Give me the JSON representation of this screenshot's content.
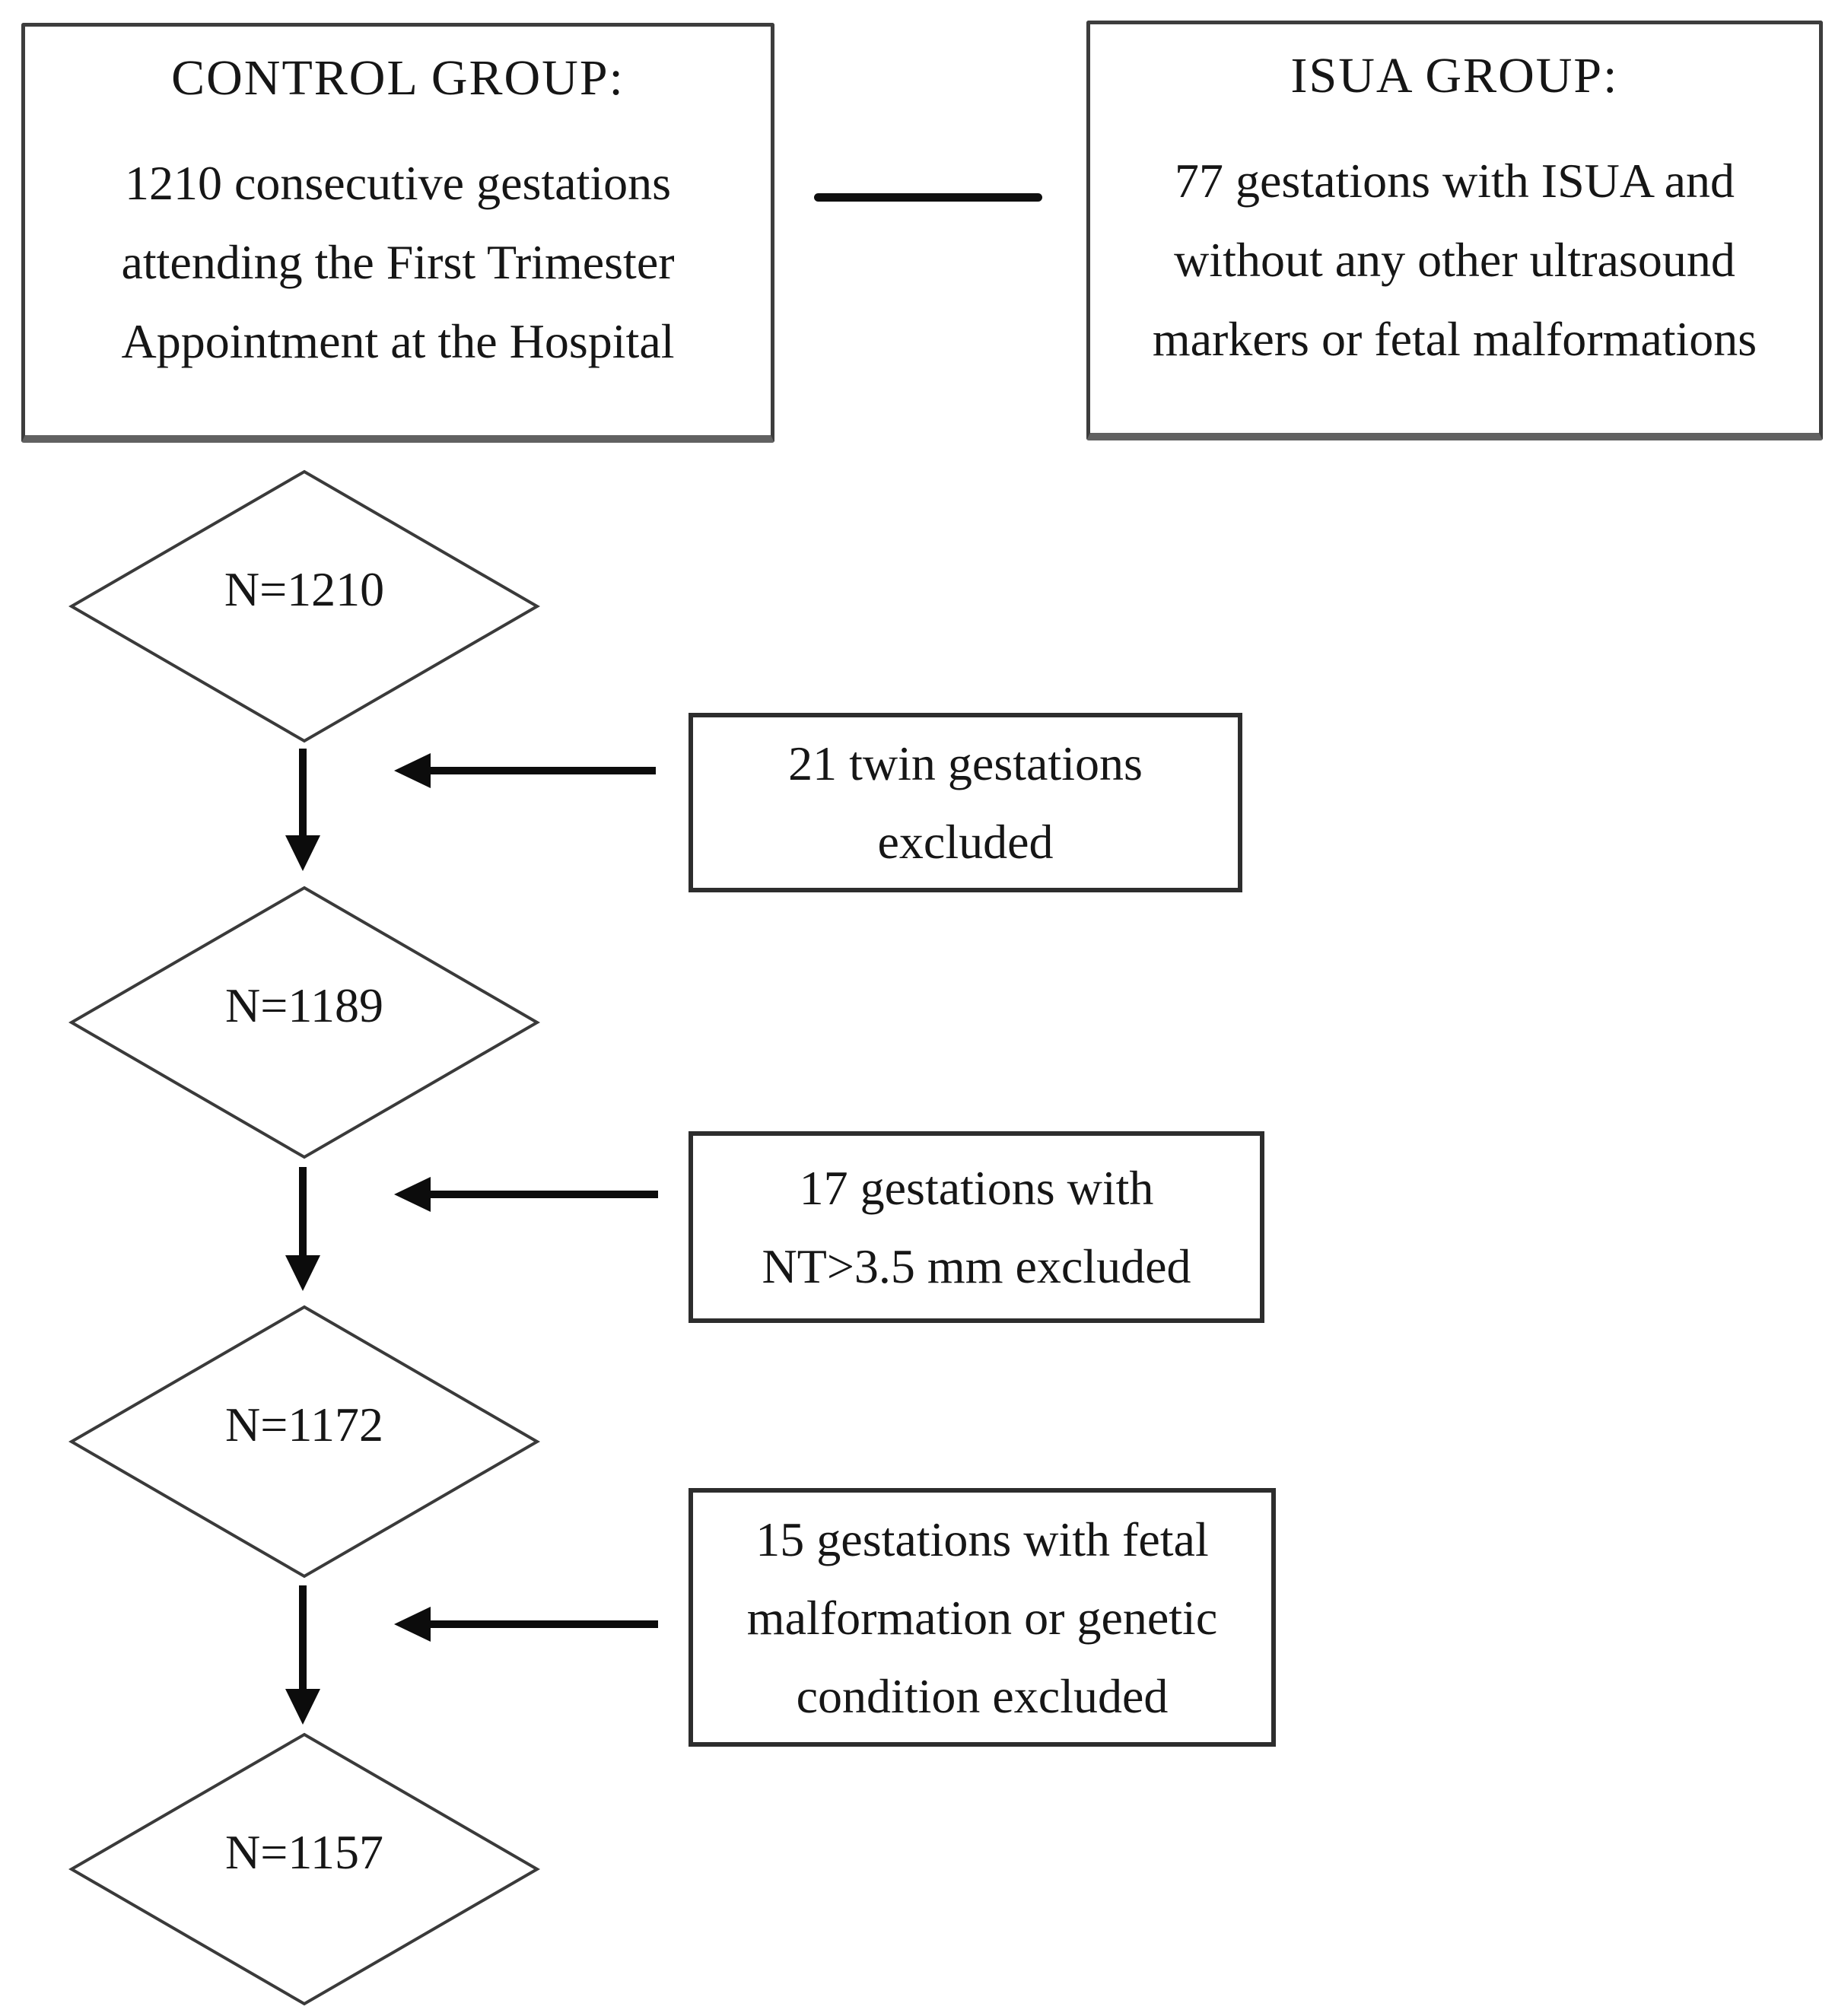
{
  "figure": {
    "type": "study-flowchart",
    "control_box": {
      "title": "CONTROL GROUP:",
      "body": "1210 consecutive gestations\nattending the First Trimester\nAppointment at the Hospital"
    },
    "isua_box": {
      "title": "ISUA GROUP:",
      "body": "77 gestations with ISUA and\nwithout any other ultrasound\nmarkers or fetal malformations"
    },
    "diamonds": [
      {
        "label": "N=1210"
      },
      {
        "label": "N=1189"
      },
      {
        "label": "N=1172"
      },
      {
        "label": "N=1157"
      }
    ],
    "exclusions": [
      {
        "text": "21 twin gestations\nexcluded"
      },
      {
        "text": "17 gestations with\nNT>3.5 mm excluded"
      },
      {
        "text": "15 gestations with fetal\nmalformation or genetic\ncondition excluded"
      }
    ],
    "colors": {
      "line": "#0c0c0c",
      "box_border": "#3d3d3d",
      "excl_border": "#2d2d2d",
      "text": "#161616",
      "background": "#ffffff"
    }
  }
}
